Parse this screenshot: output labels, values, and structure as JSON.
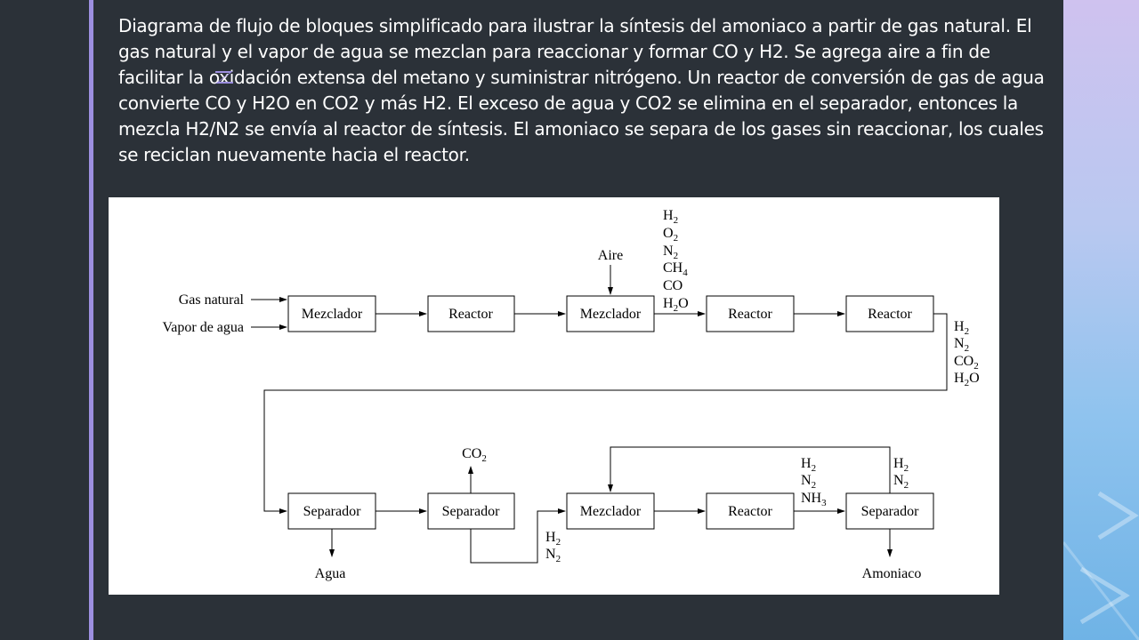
{
  "slide": {
    "description": "Diagrama de flujo de bloques simplificado para ilustrar la síntesis del amoniaco a partir de gas natural. El gas natural y el vapor de agua se mezclan para reaccionar y formar CO y H2. Se agrega aire a fin de facilitar la oxidación extensa del metano y suministrar nitrógeno. Un reactor de conversión de gas de agua convierte CO y H2O en CO2 y más H2. El exceso de agua y CO2 se elimina en el separador, entonces la mezcla H2/N2 se envía al reactor de síntesis. El amoniaco se separa de los gases sin reaccionar, los cuales se reciclan nuevamente hacia el reactor.",
    "colors": {
      "background": "#2b3138",
      "accent": "#9d8fe0",
      "text": "#ffffff"
    },
    "decor": {
      "title_mark_icon": "z-mark-icon"
    }
  },
  "diagram": {
    "inputs": {
      "gas_natural": "Gas natural",
      "vapor_agua": "Vapor de agua",
      "aire": "Aire"
    },
    "blocks": {
      "mezclador_1": "Mezclador",
      "reactor_1": "Reactor",
      "mezclador_2": "Mezclador",
      "reactor_2": "Reactor",
      "reactor_3": "Reactor",
      "separador_1": "Separador",
      "separador_2": "Separador",
      "mezclador_3": "Mezclador",
      "reactor_4": "Reactor",
      "separador_3": "Separador"
    },
    "outputs": {
      "agua": "Agua",
      "co2": "CO2",
      "amoniaco": "Amoniaco"
    },
    "streams": {
      "after_mixer_2": [
        "H2",
        "O2",
        "N2",
        "CH4",
        "CO",
        "H2O"
      ],
      "after_reactor_3": [
        "H2",
        "N2",
        "CO2",
        "H2O"
      ],
      "separator_2_out": [
        "H2",
        "N2"
      ],
      "reactor_4_out": [
        "H2",
        "N2",
        "NH3"
      ],
      "recycle": [
        "H2",
        "N2"
      ]
    }
  }
}
